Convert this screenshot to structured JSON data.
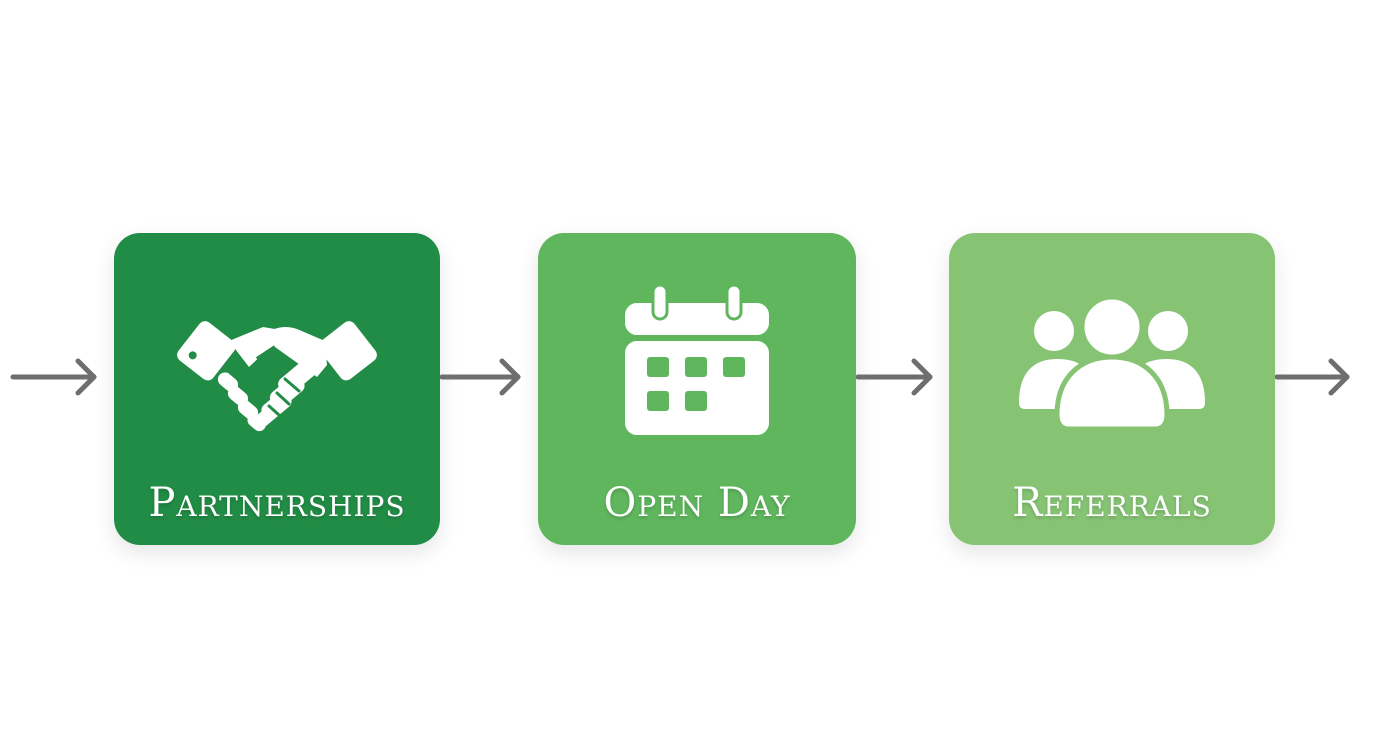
{
  "steps": [
    {
      "label": "Partnerships",
      "icon": "handshake-icon",
      "color": "#218C45"
    },
    {
      "label": "Open Day",
      "icon": "calendar-icon",
      "color": "#5FB65D"
    },
    {
      "label": "Referrals",
      "icon": "people-group-icon",
      "color": "#86C474"
    }
  ],
  "colors": {
    "arrow": "#6E6E6E",
    "text": "#FFFFFF",
    "background": "#FFFFFF"
  }
}
